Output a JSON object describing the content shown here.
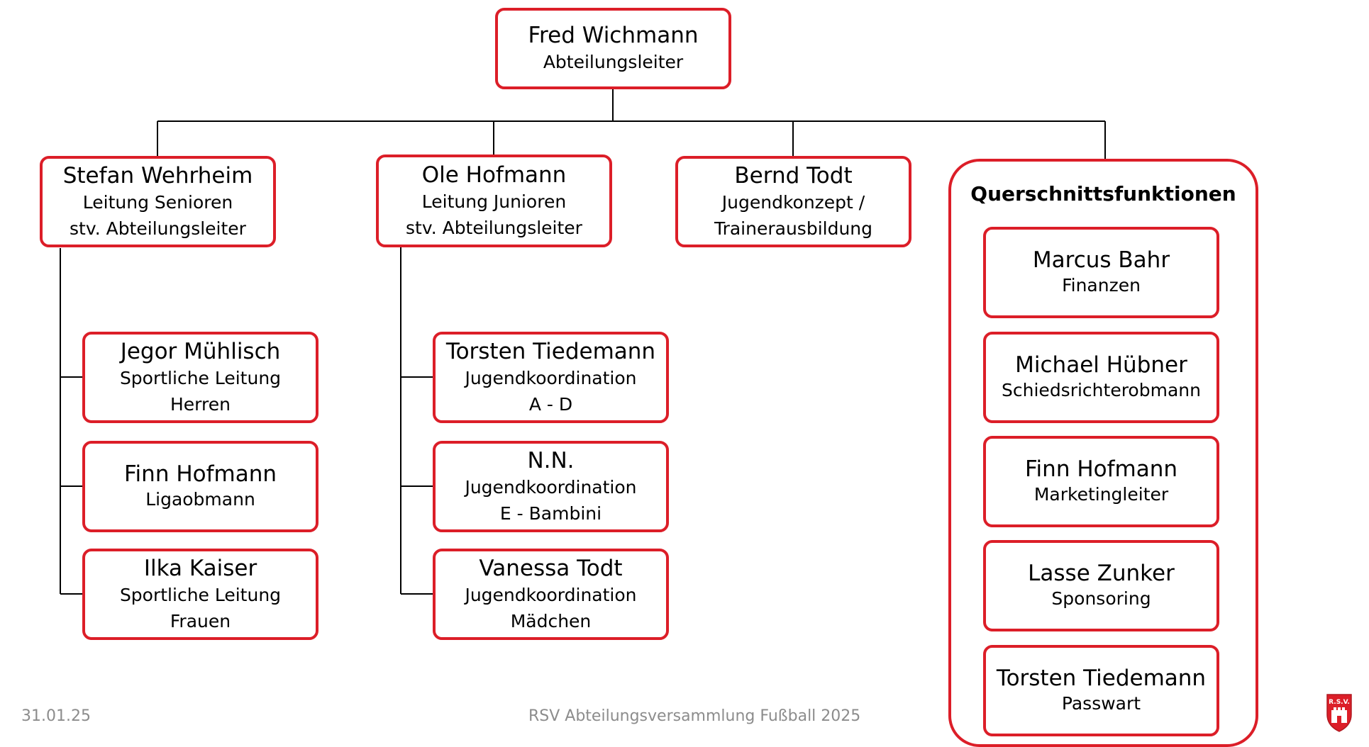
{
  "accent_color": "#dc1e28",
  "head": {
    "name": "Fred Wichmann",
    "role": "Abteilungsleiter"
  },
  "level1": [
    {
      "name": "Stefan Wehrheim",
      "role1": "Leitung Senioren",
      "role2": "stv. Abteilungsleiter"
    },
    {
      "name": "Ole Hofmann",
      "role1": "Leitung Junioren",
      "role2": "stv. Abteilungsleiter"
    },
    {
      "name": "Bernd Todt",
      "role1": "Jugendkonzept /",
      "role2": "Trainerausbildung"
    }
  ],
  "seniors": [
    {
      "name": "Jegor Mühlisch",
      "role1": "Sportliche Leitung",
      "role2": "Herren"
    },
    {
      "name": "Finn Hofmann",
      "role1": "Ligaobmann"
    },
    {
      "name": "Ilka Kaiser",
      "role1": "Sportliche Leitung",
      "role2": "Frauen"
    }
  ],
  "juniors": [
    {
      "name": "Torsten Tiedemann",
      "role1": "Jugendkoordination",
      "role2": "A - D"
    },
    {
      "name": "N.N.",
      "role1": "Jugendkoordination",
      "role2": "E - Bambini"
    },
    {
      "name": "Vanessa Todt",
      "role1": "Jugendkoordination",
      "role2": "Mädchen"
    }
  ],
  "cross_functions": {
    "title": "Querschnittsfunktionen",
    "items": [
      {
        "name": "Marcus Bahr",
        "role1": "Finanzen"
      },
      {
        "name": "Michael Hübner",
        "role1": "Schiedsrichterobmann"
      },
      {
        "name": "Finn Hofmann",
        "role1": "Marketingleiter"
      },
      {
        "name": "Lasse Zunker",
        "role1": "Sponsoring"
      },
      {
        "name": "Torsten Tiedemann",
        "role1": "Passwart"
      }
    ]
  },
  "footer": {
    "date": "31.01.25",
    "title": "RSV Abteilungsversammlung Fußball 2025"
  },
  "logo": {
    "text": "R.S.V."
  }
}
